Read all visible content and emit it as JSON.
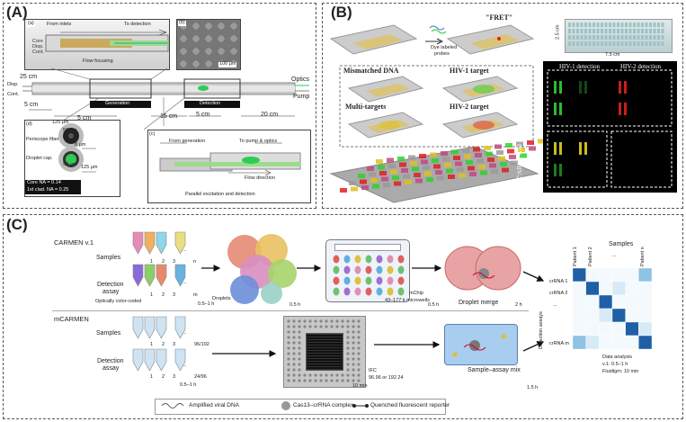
{
  "panelA": {
    "tag": "(A)",
    "inset_a_tag": "(a)",
    "inset_b_tag": "(b)",
    "inset_c_tag": "(c)",
    "inset_d_tag": "(d)",
    "from_inlets": "From inlets",
    "to_detection": "To detection",
    "core": "Core",
    "disp": "Disp.",
    "cont": "Cont.",
    "flow_focusing": "Flow focusing",
    "scale_b": "100 µm",
    "len_25cm": "25 cm",
    "disp_label": "Disp.",
    "cont_label": "Cont.",
    "len_5cm_left": "5 cm",
    "len_5cm_bottom": "5 cm",
    "len_15cm": "15 cm",
    "len_5cm_mid": "5 cm",
    "len_20cm": "20 cm",
    "generation": "Generation",
    "detection": "Detection",
    "optics": "Optics",
    "pump": "Pump",
    "d_125": "125 µm",
    "d_50": "50 µm",
    "d_8": "8 µm",
    "d_90": "90 µm",
    "d_125b": "125 µm",
    "periscope": "Periscope fiber",
    "droplet_cap": "Droplet cap.",
    "core_na": "Core NA = 0.14",
    "clad_na": "1st clad. NA = 0.25",
    "from_generation": "From generation",
    "to_pump": "To pump & optics",
    "flow_direction": "Flow direction",
    "parallel": "Parallel excitation and detection"
  },
  "panelB": {
    "tag": "(B)",
    "fret": "\"FRET\"",
    "dye_labeled": "Dye labeled",
    "probes": "probes",
    "mismatched": "Mismatched DNA",
    "hiv1_target": "HIV-1 target",
    "multi_targets": "Multi-targets",
    "hiv2_target": "HIV-2 target",
    "width_2_5": "2.5 cm",
    "width_7_5": "7.5 cm",
    "hiv1_detection": "HIV-1 detection",
    "hiv2_detection": "HIV-2 detection",
    "hiv1_hiv2": "HIV-1+HIV-2"
  },
  "panelC": {
    "tag": "(C)",
    "carmen": "CARMEN v.1",
    "samples": "Samples",
    "detection_assay_1": "Detection",
    "detection_assay_2": "assay",
    "optically": "Optically color-coded",
    "n1": "1",
    "n2": "2",
    "n3": "3",
    "ndots": "...",
    "nn": "n",
    "nm": "m",
    "time_05_1h": "0.5–1 h",
    "droplets": "Droplets",
    "time_05h": "0.5 h",
    "mchip": "mChip",
    "microwells": "43–177 k microwells",
    "time_05h_b": "0.5 h",
    "droplet_merge": "Droplet merge",
    "time_2h": "2 h",
    "mcarmen": "mCARMEN",
    "samples_2": "Samples",
    "detection_2a": "Detection",
    "detection_2b": "assay",
    "count_96_192": "96/192",
    "count_24_96": "24/96",
    "time_05_1h_b": "0.5–1 h",
    "ifc": "IFC",
    "ifc_sizes": "96.96 or 192.24",
    "time_10min": "10 min",
    "sample_assay_mix": "Sample–assay mix",
    "time_15h": "1.5 h",
    "heatmap_title": "Samples",
    "patient1": "Patient 1",
    "patient2": "Patient 2",
    "patient_dots": "...",
    "patientn": "Patient n",
    "crrna1": "crRNA 1",
    "crrna2": "crRNA 2",
    "crrna_dots": "...",
    "crrnam": "crRNA m",
    "detection_assays": "Detection assays",
    "data_analysis": "Data analysis",
    "v1_time": "v.1: 0.5–1 h",
    "fluidigm": "Fluidigm: 10 min",
    "legend_viral": "Amplified viral DNA",
    "legend_cas": "Cas13–crRNA complex",
    "legend_reporter": "Quenched fluorescent reporter"
  },
  "colors": {
    "heat_dark": "#1f5fa6",
    "heat_mid": "#8fc2e3",
    "heat_light": "#d6ebf7",
    "green_fluor": "#2fd12f",
    "red_fluor": "#e02020"
  }
}
